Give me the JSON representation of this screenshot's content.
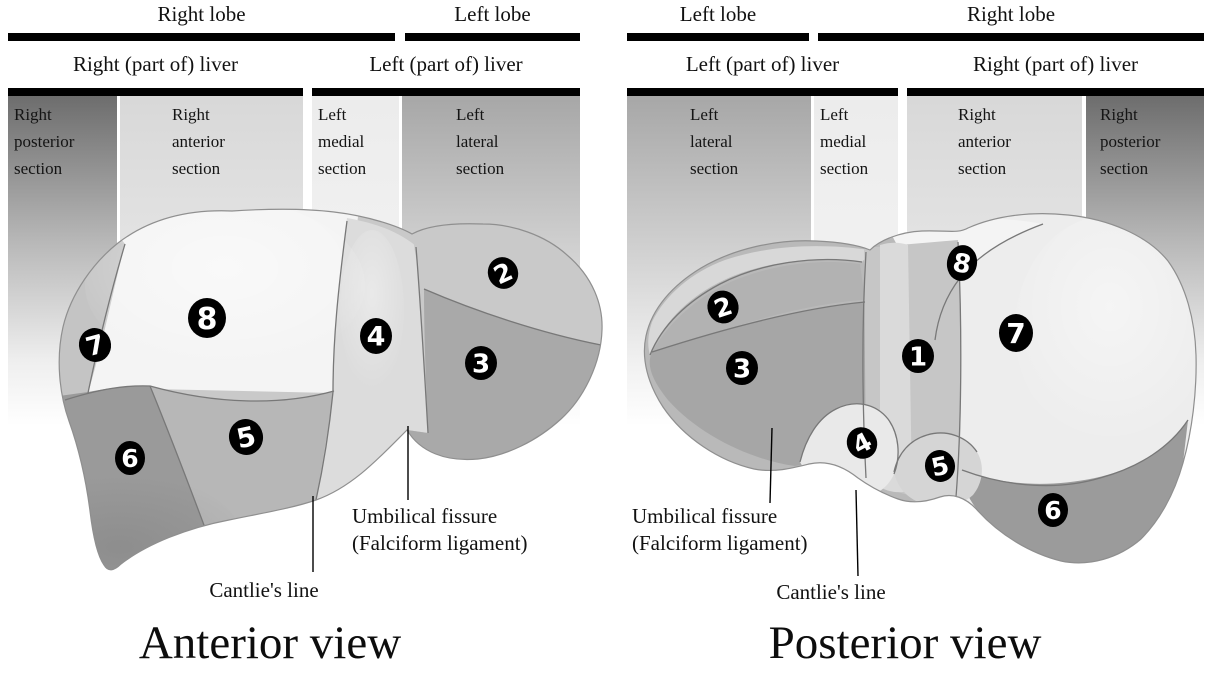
{
  "figure": {
    "anterior": {
      "title": "Anterior view",
      "lobe_bars": [
        {
          "label": "Right lobe"
        },
        {
          "label": "Left lobe"
        }
      ],
      "liver_bars": [
        {
          "label": "Right (part of) liver"
        },
        {
          "label": "Left (part of) liver"
        }
      ],
      "sections": [
        {
          "line1": "Right",
          "line2": "posterior",
          "line3": "section"
        },
        {
          "line1": "Right",
          "line2": "anterior",
          "line3": "section"
        },
        {
          "line1": "Left",
          "line2": "medial",
          "line3": "section"
        },
        {
          "line1": "Left",
          "line2": "lateral",
          "line3": "section"
        }
      ],
      "segment_badges": [
        {
          "n": "7"
        },
        {
          "n": "8"
        },
        {
          "n": "4"
        },
        {
          "n": "2"
        },
        {
          "n": "3"
        },
        {
          "n": "5"
        },
        {
          "n": "6"
        }
      ],
      "labels": {
        "umbilical_1": "Umbilical fissure",
        "umbilical_2": "(Falciform ligament)",
        "cantlie": "Cantlie's line"
      }
    },
    "posterior": {
      "title": "Posterior view",
      "lobe_bars": [
        {
          "label": "Left lobe"
        },
        {
          "label": "Right lobe"
        }
      ],
      "liver_bars": [
        {
          "label": "Left (part of) liver"
        },
        {
          "label": "Right (part of) liver"
        }
      ],
      "sections": [
        {
          "line1": "Left",
          "line2": "lateral",
          "line3": "section"
        },
        {
          "line1": "Left",
          "line2": "medial",
          "line3": "section"
        },
        {
          "line1": "Right",
          "line2": "anterior",
          "line3": "section"
        },
        {
          "line1": "Right",
          "line2": "posterior",
          "line3": "section"
        }
      ],
      "segment_badges": [
        {
          "n": "2"
        },
        {
          "n": "3"
        },
        {
          "n": "1"
        },
        {
          "n": "8"
        },
        {
          "n": "7"
        },
        {
          "n": "4"
        },
        {
          "n": "5"
        },
        {
          "n": "6"
        }
      ],
      "labels": {
        "umbilical_1": "Umbilical fissure",
        "umbilical_2": "(Falciform ligament)",
        "cantlie": "Cantlie's line"
      }
    }
  },
  "colors": {
    "bar": "#000000",
    "badge_background": "#000000",
    "badge_text": "#ffffff",
    "column_dark_top": "#6d6d6d",
    "column_medium_top": "#a7a7a7",
    "column_light_top": "#d8d8d8",
    "column_lightest_top": "#ececec",
    "segment_lightest": "#f4f4f4",
    "segment_darkest": "#9a9a9a"
  }
}
